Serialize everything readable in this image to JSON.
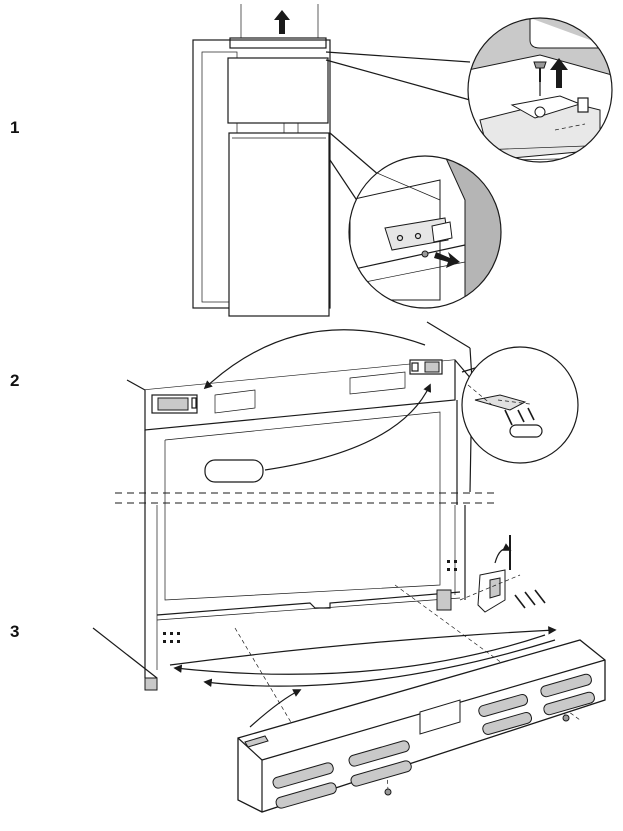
{
  "steps": [
    {
      "number": "1"
    },
    {
      "number": "2"
    },
    {
      "number": "3"
    }
  ],
  "colors": {
    "line": "#1a1a1a",
    "shade": "#c9c9c9",
    "dark_shade": "#9a9a9a",
    "background": "#ffffff"
  },
  "icons": [
    "up-arrow-icon",
    "removal-arrow-icon",
    "screw-icon",
    "curved-arrow-icon"
  ]
}
